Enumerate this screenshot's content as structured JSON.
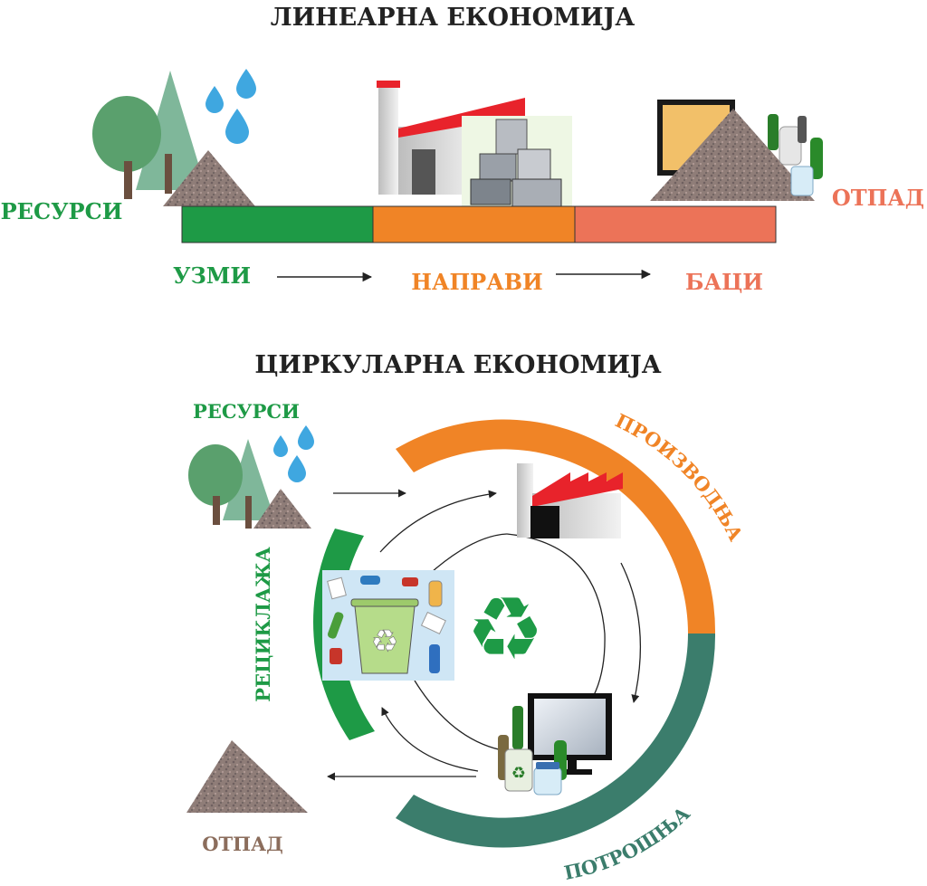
{
  "linear": {
    "title": "ЛИНЕАРНА ЕКОНОМИЈА",
    "resources_label": "РЕСУРСИ",
    "waste_label": "ОТПАД",
    "steps": [
      {
        "label": "УЗМИ",
        "color": "#1e9a46"
      },
      {
        "label": "НАПРАВИ",
        "color": "#f08426"
      },
      {
        "label": "БАЦИ",
        "color": "#ec7358"
      }
    ]
  },
  "circular": {
    "title": "ЦИРКУЛАРНА ЕКОНОМИЈА",
    "resources_label": "РЕСУРСИ",
    "waste_label": "ОТПАД",
    "production_label": "ПРОИЗВОДЊА",
    "consumption_label": "ПОТРОШЊА",
    "recycling_label": "РЕЦИКЛАЖА"
  },
  "colors": {
    "title": "#222222",
    "green": "#1e9a46",
    "orange": "#f08426",
    "salmon": "#ec7358",
    "teal": "#3b7d6c",
    "brown": "#8b6d5c",
    "factory_roof": "#e8232b",
    "tree": "#5aa06d",
    "water": "#3fa7e0"
  },
  "icons": [
    "tree-icon",
    "water-drop-icon",
    "rock-pile-icon",
    "factory-icon",
    "appliances-icon",
    "tv-icon",
    "bottles-icon",
    "recycle-bin-icon",
    "recycle-symbol-icon"
  ]
}
